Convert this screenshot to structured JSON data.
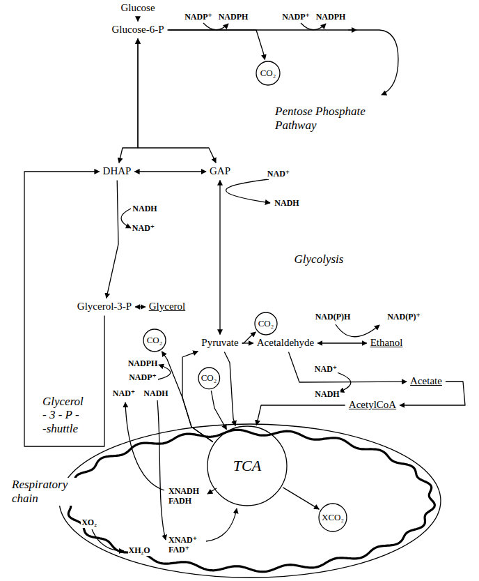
{
  "diagram": {
    "nodes": [
      {
        "text": [
          "Glucose"
        ]
      },
      {
        "text": [
          "Glucose-6-P"
        ]
      },
      {
        "text": [
          "CO₂"
        ]
      },
      {
        "text": [
          "DHAP"
        ]
      },
      {
        "text": [
          "GAP"
        ]
      },
      {
        "text": [
          "Glycerol-3-P"
        ]
      },
      {
        "text": [
          "Glycerol"
        ]
      },
      {
        "text": [
          "Pyruvate"
        ]
      },
      {
        "text": [
          "CO₂"
        ]
      },
      {
        "text": [
          "Acetaldehyde"
        ]
      },
      {
        "text": [
          "Ethanol"
        ]
      },
      {
        "text": [
          "Acetate"
        ]
      },
      {
        "text": [
          "AcetylCoA"
        ]
      },
      {
        "text": [
          "CO₂"
        ]
      },
      {
        "text": [
          "CO₂"
        ]
      },
      {
        "text": [
          "Respiratory chain"
        ]
      },
      {
        "text": [
          "TCA"
        ],
        "in": 15
      },
      {
        "text": [
          "XCO₂"
        ],
        "in": 15
      }
    ],
    "edges": [
      {
        "from": 0,
        "to": 1,
        "arrow": "to"
      },
      {
        "from": 1,
        "to": 3,
        "arrow": "both"
      },
      {
        "from": 1,
        "to": 4,
        "arrow": "both"
      },
      {
        "from": 3,
        "to": 4,
        "arrow": "both"
      },
      {
        "from": 3,
        "to": 5,
        "arrow": "to"
      },
      {
        "from": 5,
        "to": 6,
        "arrow": "both"
      },
      {
        "from": 4,
        "to": 7,
        "arrow": "both"
      },
      {
        "from": 7,
        "to": 9,
        "arrow": "to"
      },
      {
        "from": 7,
        "to": 8,
        "arrow": "to"
      },
      {
        "from": 9,
        "to": 10,
        "arrow": "both"
      },
      {
        "from": 9,
        "to": 11,
        "arrow": "to"
      },
      {
        "from": 11,
        "to": 12,
        "arrow": "to"
      },
      {
        "from": 12,
        "to": 16,
        "arrow": "to"
      },
      {
        "from": 7,
        "to": 16,
        "arrow": "to"
      },
      {
        "from": 16,
        "to": 17,
        "arrow": "to"
      },
      {
        "from": 5,
        "to": 3,
        "arrow": "to"
      },
      {
        "from": 1,
        "to": 2,
        "arrow": "to"
      },
      {
        "from": 16,
        "to": 7,
        "arrow": "to"
      },
      {
        "from": 16,
        "to": 13,
        "arrow": "to"
      },
      {
        "from": 14,
        "to": 16,
        "arrow": "to"
      }
    ],
    "labels": [
      "NADP⁺",
      "NADPH",
      "NADP⁺",
      "NADPH",
      "Pentose Phosphate Pathway",
      "NAD⁺",
      "NADH",
      "NADH",
      "NAD⁺",
      "Glycolysis",
      "NAD(P)H",
      "NAD(P)⁺",
      "NADPH",
      "NADP⁺",
      "NAD⁺",
      "NADH",
      "NAD⁺",
      "NADH",
      "Glycerol - 3 - P - -shuttle",
      "XO₂",
      "XH₂O",
      "XNADH FADH",
      "XNAD⁺ FAD⁺"
    ]
  }
}
